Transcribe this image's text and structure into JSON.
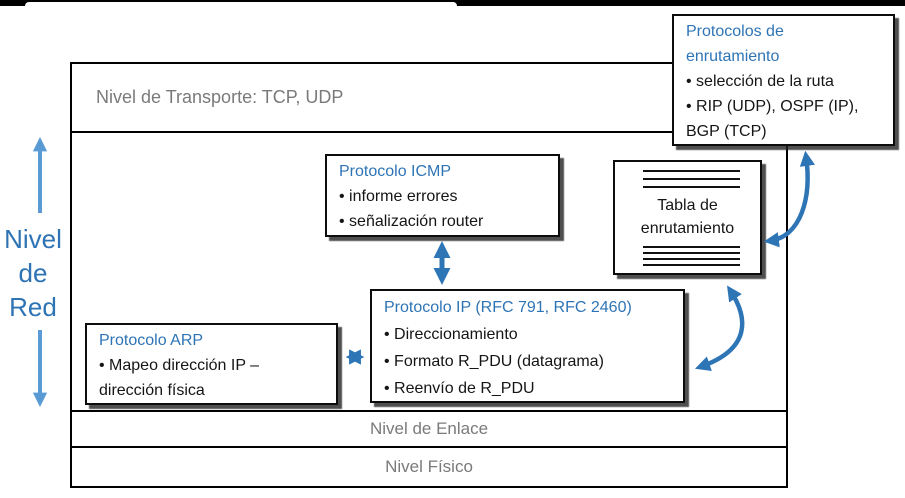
{
  "colors": {
    "title_blue": "#2E74B5",
    "arrow_blue": "#2E75B6",
    "side_arrow_blue": "#5B9BD5",
    "layer_gray": "#7A7A7A"
  },
  "layers": {
    "transport": "Nivel de Transporte: TCP, UDP",
    "link": "Nivel de Enlace",
    "physical": "Nivel Físico"
  },
  "side_label": {
    "lines": [
      "Nivel",
      "de",
      "Red"
    ]
  },
  "boxes": {
    "icmp": {
      "title": "Protocolo ICMP",
      "lines": [
        "• informe errores",
        "• señalización router"
      ]
    },
    "routing": {
      "title_lines": [
        "Protocolos de",
        "enrutamiento"
      ],
      "lines": [
        "• selección de la ruta",
        "• RIP (UDP), OSPF (IP),",
        "BGP (TCP)"
      ]
    },
    "table": {
      "lines": [
        "Tabla de",
        "enrutamiento"
      ]
    },
    "ip": {
      "title": "Protocolo IP (RFC 791, RFC 2460)",
      "lines": [
        "• Direccionamiento",
        "• Formato R_PDU (datagrama)",
        "• Reenvío de R_PDU"
      ]
    },
    "arp": {
      "title": "Protocolo ARP",
      "lines": [
        "• Mapeo dirección IP –",
        "dirección física"
      ]
    }
  }
}
